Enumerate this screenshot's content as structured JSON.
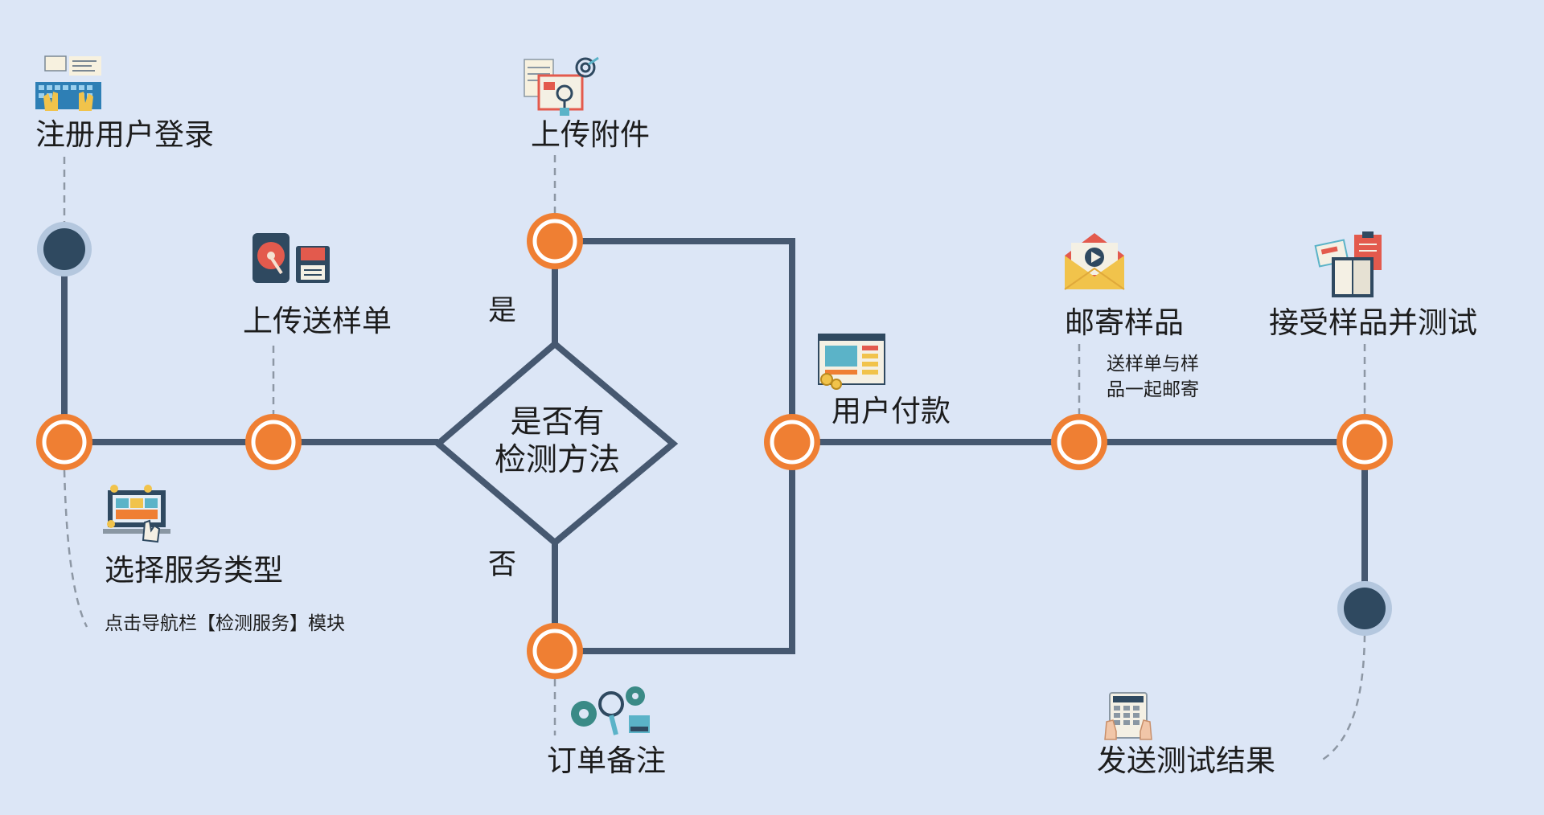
{
  "steps": {
    "register": "注册用户登录",
    "select_service": "选择服务类型",
    "select_service_note": "点击导航栏【检测服务】模块",
    "upload_form": "上传送样单",
    "upload_attachment": "上传附件",
    "order_note": "订单备注",
    "user_payment": "用户付款",
    "mail_sample": "邮寄样品",
    "mail_sample_note_line1": "送样单与样",
    "mail_sample_note_line2": "品一起邮寄",
    "accept_test": "接受样品并测试",
    "send_result": "发送测试结果"
  },
  "decision": {
    "line1": "是否有",
    "line2": "检测方法",
    "yes": "是",
    "no": "否"
  },
  "colors": {
    "background": "#dce6f6",
    "connector": "#465870",
    "node_orange": "#ef7f33",
    "node_dark": "#2f4960",
    "ring": "#ffffff",
    "endpoint_ring": "#b4c7de",
    "leader": "#8d97a4"
  },
  "icons": [
    "keyboard-code-icon",
    "hard-drive-floppy-icon",
    "browser-analytics-icon",
    "pricing-laptop-icon",
    "website-payment-icon",
    "gears-magnifier-icon",
    "mail-envelope-icon",
    "books-clipboard-icon",
    "calculator-hands-icon"
  ]
}
